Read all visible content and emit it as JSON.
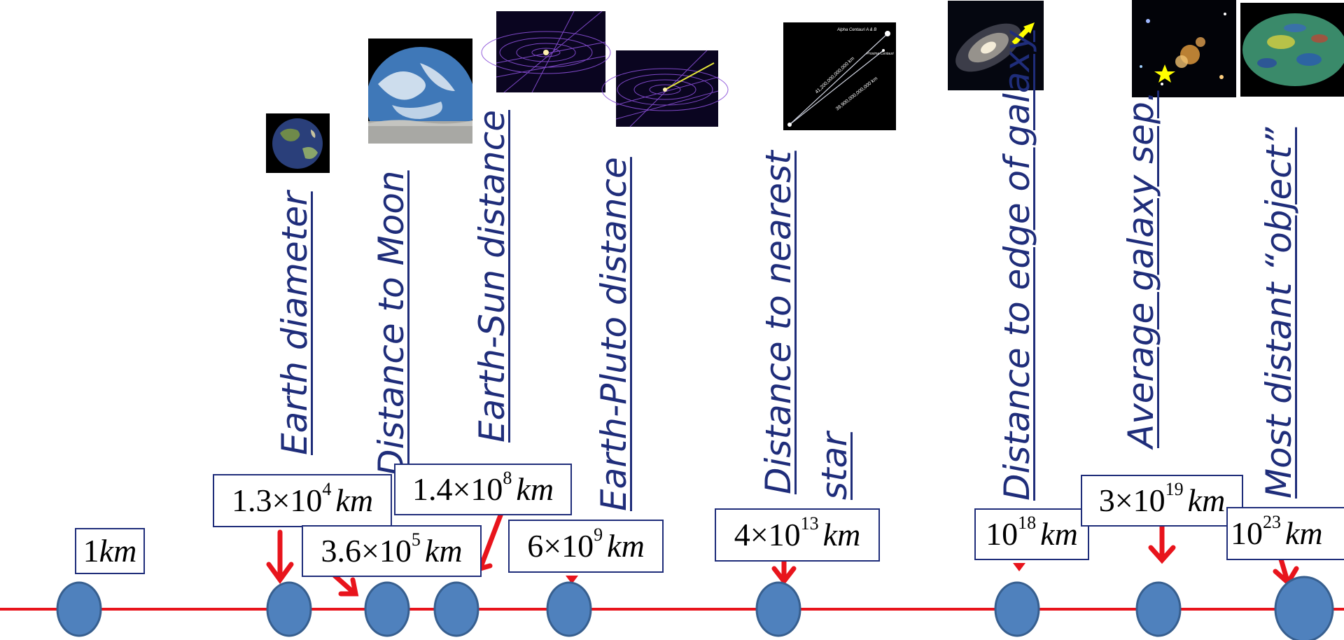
{
  "labels": {
    "earth_diameter": "Earth diameter",
    "distance_moon": "Distance to Moon",
    "earth_sun": "Earth-Sun distance",
    "earth_pluto": "Earth-Pluto distance",
    "nearest_star_1": "Distance to nearest",
    "nearest_star_2": "star",
    "edge_galaxy": "Distance to edge of galaxy",
    "avg_galaxy": "Average galaxy sep.",
    "most_distant": "Most distant “object”"
  },
  "values": {
    "one_km": {
      "mant": "1",
      "exp": "",
      "unit": "km"
    },
    "earth_diam": {
      "mant": "1.3×10",
      "exp": "4",
      "unit": "km"
    },
    "earth_sun": {
      "mant": "1.4×10",
      "exp": "8",
      "unit": "km"
    },
    "moon": {
      "mant": "3.6×10",
      "exp": "5",
      "unit": "km"
    },
    "pluto": {
      "mant": "6×10",
      "exp": "9",
      "unit": "km"
    },
    "star": {
      "mant": "4×10",
      "exp": "13",
      "unit": "km"
    },
    "galaxy_edge": {
      "mant": "10",
      "exp": "18",
      "unit": "km"
    },
    "galaxy_sep": {
      "mant": "3×10",
      "exp": "19",
      "unit": "km"
    },
    "distant": {
      "mant": "10",
      "exp": "23",
      "unit": "km"
    }
  },
  "star_image": {
    "line1": "41,200,000,000,000 km",
    "line2": "39,900,000,000,000 km",
    "label1": "Alpha Centauri A & B",
    "label2": "Proxima Centauri"
  },
  "colors": {
    "axis": "#e8141c",
    "node": "#4f81bd",
    "node_stroke": "#375f8f",
    "text": "#1f2d7a",
    "arrow": "#e8141c"
  }
}
